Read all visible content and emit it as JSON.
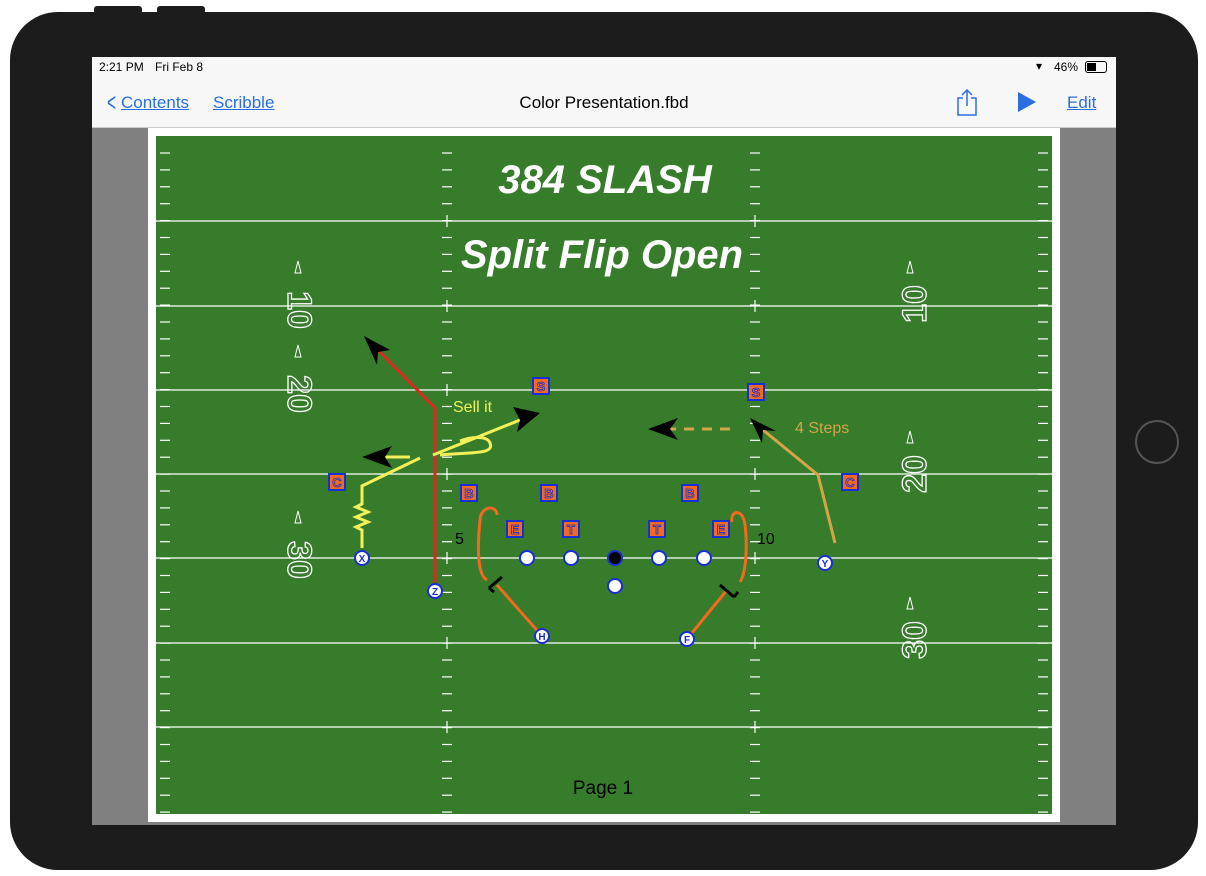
{
  "status_bar": {
    "time": "2:21 PM",
    "date": "Fri Feb 8",
    "battery": "46%"
  },
  "nav": {
    "back_label": "Contents",
    "scribble_label": "Scribble",
    "title": "Color Presentation.fbd",
    "edit_label": "Edit",
    "share_icon": "share-icon",
    "play_icon": "play-icon"
  },
  "play": {
    "title": "384 SLASH",
    "formation": "Split Flip Open",
    "page_label": "Page 1",
    "annotations": {
      "sell_it": "Sell it",
      "four_steps": "4 Steps",
      "yard_5": "5",
      "yard_10": "10"
    },
    "field_numbers": [
      "10",
      "20",
      "30"
    ],
    "offense": {
      "x": "X",
      "z": "Z",
      "h": "H",
      "f": "F",
      "y": "Y"
    },
    "defense": {
      "s": "S",
      "c": "C",
      "b": "B",
      "e": "E",
      "t": "T"
    }
  },
  "colors": {
    "field": "#367c2b",
    "accent": "#2a6fe0",
    "defender_fill": "#f26a21",
    "defender_border": "#1a2fd0"
  }
}
